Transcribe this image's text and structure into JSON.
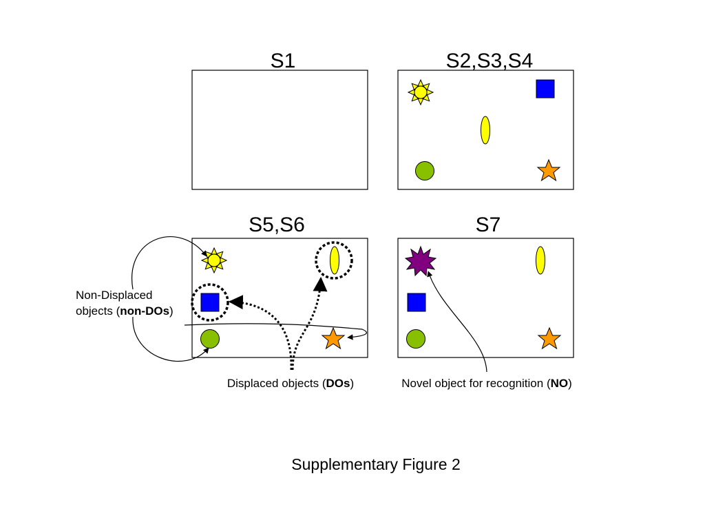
{
  "panels": {
    "s1": {
      "title": "S1"
    },
    "s2": {
      "title": "S2,S3,S4"
    },
    "s5": {
      "title": "S5,S6"
    },
    "s7": {
      "title": "S7"
    }
  },
  "annotations": {
    "non_dos": {
      "line1": "Non-Displaced",
      "line2_prefix": "objects (",
      "line2_bold": "non-DOs",
      "line2_suffix": ")"
    },
    "dos": {
      "prefix": "Displaced objects (",
      "bold": "DOs",
      "suffix": ")"
    },
    "novel": {
      "prefix": "Novel object for recognition (",
      "bold": "NO",
      "suffix": ")"
    }
  },
  "footer": {
    "title": "Supplementary Figure 2"
  },
  "colors": {
    "sun": "#ffff00",
    "square": "#0000ff",
    "ellipse": "#ffff00",
    "circle": "#88c000",
    "star": "#ff9900",
    "novel": "#800080",
    "outline": "#000000"
  },
  "icons": [
    "sun-icon",
    "square-icon",
    "ellipse-icon",
    "circle-icon",
    "star-icon",
    "novel-object-icon"
  ]
}
